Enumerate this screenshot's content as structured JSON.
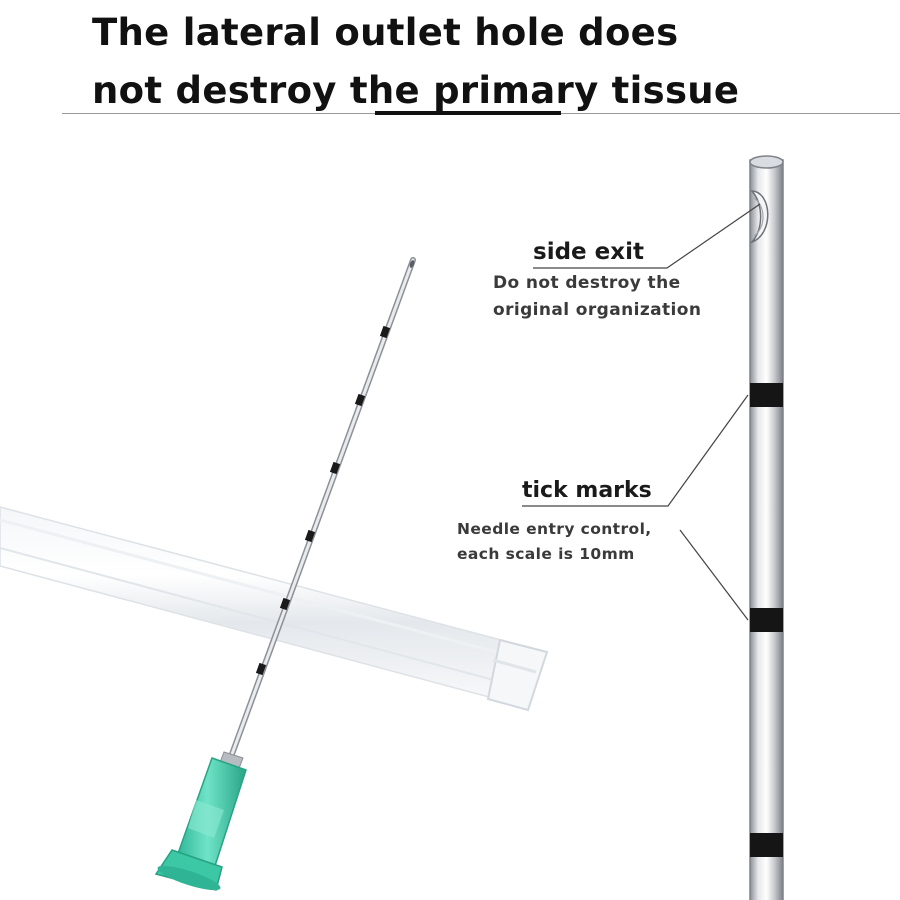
{
  "headline": {
    "line1": "The lateral outlet hole does",
    "line2": "not destroy the primary tissue"
  },
  "callouts": {
    "side_exit": {
      "title": "side exit",
      "line1": "Do not destroy the",
      "line2": "original organization"
    },
    "tick_marks": {
      "title": "tick marks",
      "line1": "Needle entry control,",
      "line2": "each scale is 10mm"
    }
  },
  "colors": {
    "hub": "#4fd6b6",
    "hub_dark": "#2fb596",
    "needle_steel": "#c9ccd0",
    "tick_band": "#1a1a1a",
    "text": "#111111"
  },
  "icons": {
    "needle_hub": "luer-hub-icon",
    "side_hole": "side-exit-hole-icon"
  }
}
